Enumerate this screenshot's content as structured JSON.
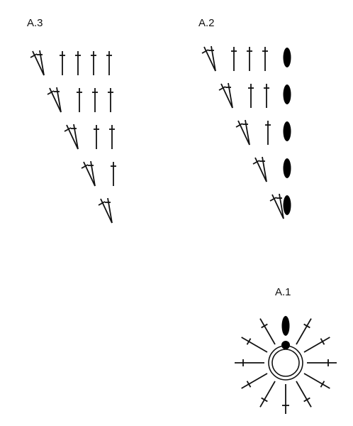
{
  "diagrams": [
    {
      "label": "A.3",
      "rows": [
        {
          "stitches": [
            "v",
            "dc",
            "dc",
            "dc",
            "dc"
          ]
        },
        {
          "stitches": [
            "v",
            "dc",
            "dc",
            "dc"
          ]
        },
        {
          "stitches": [
            "v",
            "dc",
            "dc"
          ]
        },
        {
          "stitches": [
            "v",
            "dc"
          ]
        },
        {
          "stitches": [
            "v"
          ]
        }
      ]
    },
    {
      "label": "A.2",
      "rows": [
        {
          "stitches": [
            "v",
            "dc",
            "dc",
            "dc",
            "ch"
          ]
        },
        {
          "stitches": [
            "v",
            "dc",
            "dc",
            "ch"
          ]
        },
        {
          "stitches": [
            "v",
            "dc",
            "ch"
          ]
        },
        {
          "stitches": [
            "v",
            "ch"
          ]
        },
        {
          "stitches": [
            "v-short",
            "ch"
          ]
        }
      ]
    },
    {
      "label": "A.1",
      "round": {
        "center": "magic-ring",
        "chain_at_top": true,
        "dc_count": 11
      }
    }
  ],
  "colors": {
    "stroke": "#111111",
    "fill": "#000000",
    "background": "#ffffff"
  },
  "icons": {
    "dc": "double-crochet-icon",
    "v": "two-dc-same-stitch-icon",
    "ch": "chain-oval-icon",
    "ring": "magic-ring-icon",
    "slst": "slip-stitch-dot-icon"
  }
}
